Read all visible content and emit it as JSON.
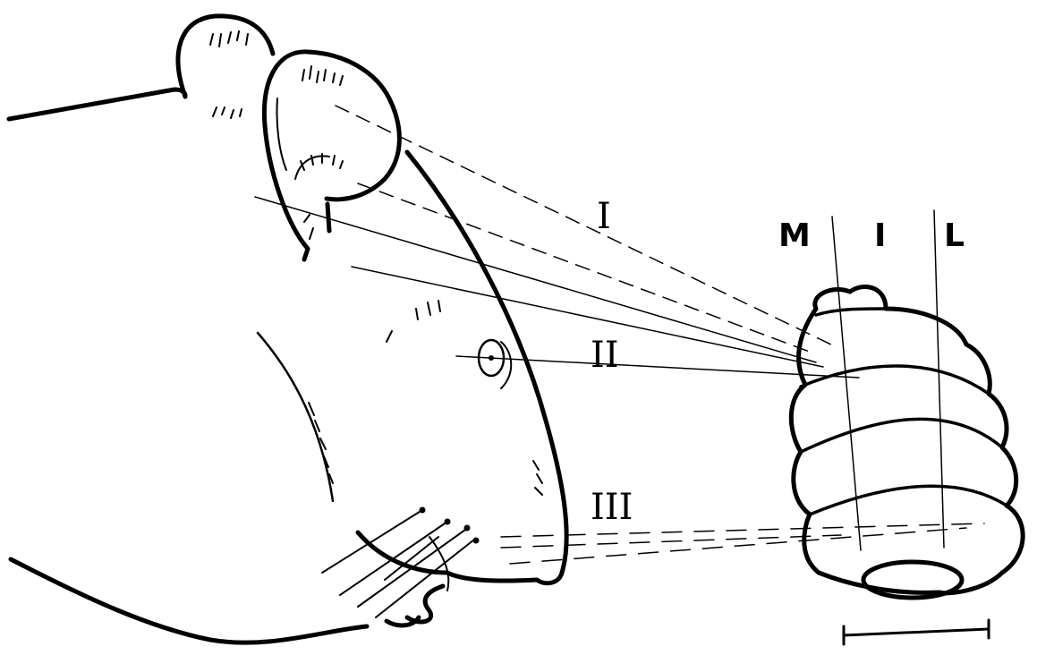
{
  "region_labels": {
    "medial": "M",
    "intermediate": "I",
    "lateral": "L"
  },
  "projection_labels": {
    "upper": "I",
    "middle": "II",
    "lower": "III"
  },
  "colors": {
    "ink": "#000000",
    "background": "#ffffff"
  }
}
